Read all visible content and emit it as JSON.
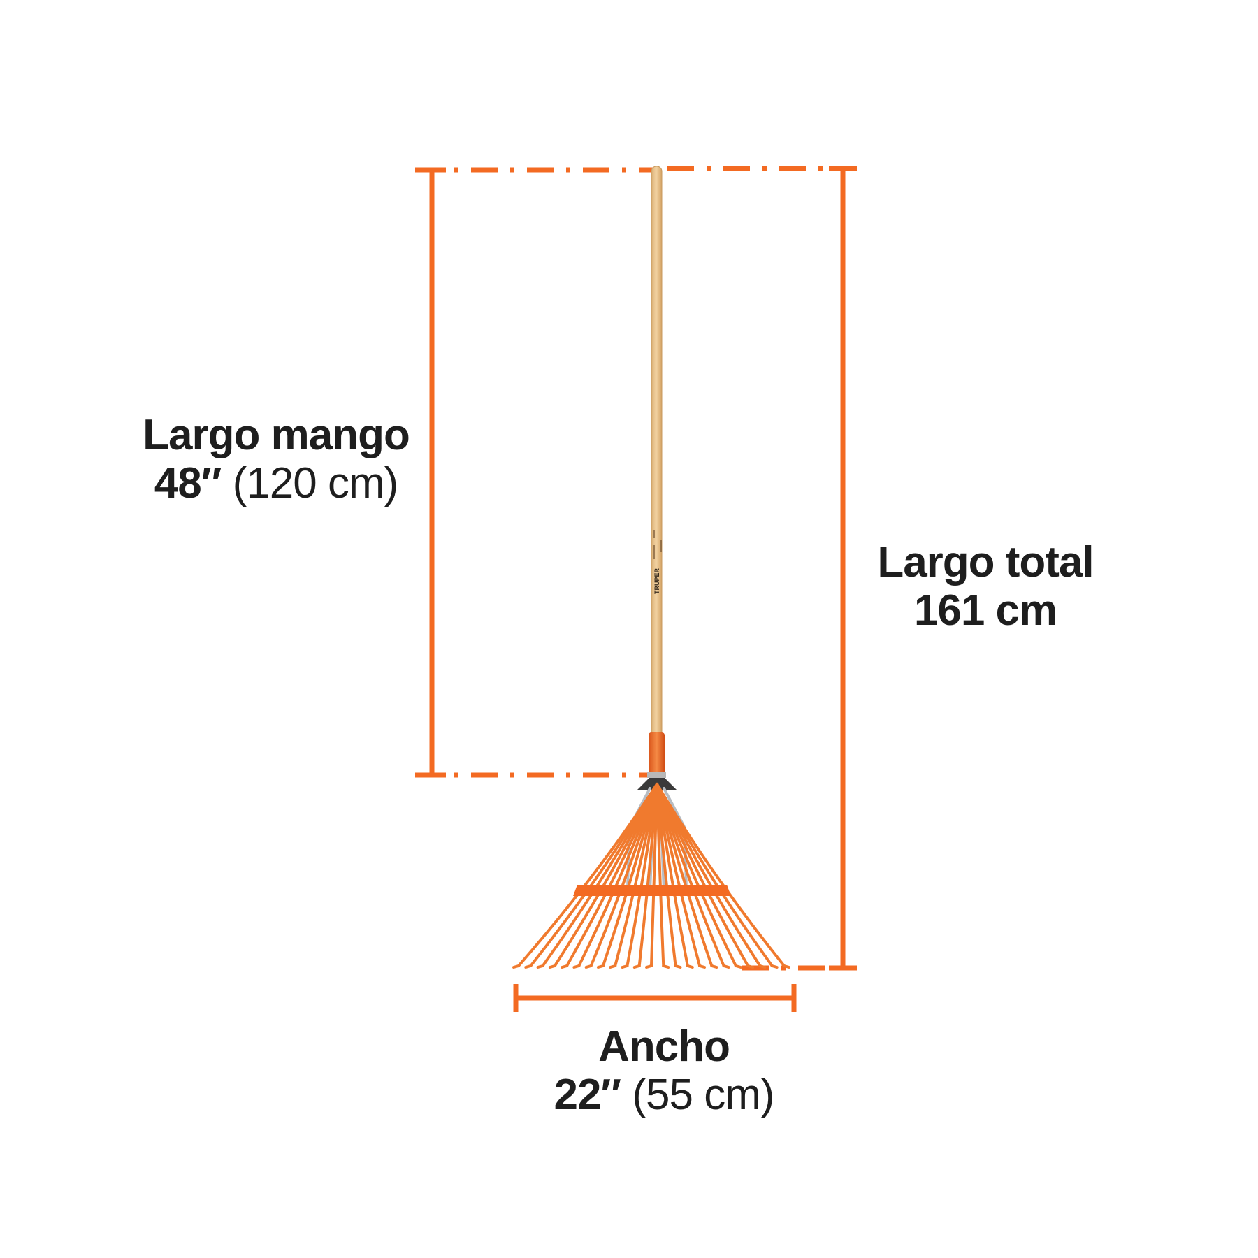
{
  "accent_color": "#f36a22",
  "wood_color": "#ecc896",
  "text_color": "#1e1e1e",
  "handle_label": {
    "title": "Largo mango",
    "value_imperial": "48″",
    "value_metric": "(120 cm)"
  },
  "total_label": {
    "title": "Largo total",
    "value": "161 cm"
  },
  "width_label": {
    "title": "Ancho",
    "value_imperial": "22″",
    "value_metric": "(55 cm)"
  },
  "handle_imprint": "TRUPER"
}
